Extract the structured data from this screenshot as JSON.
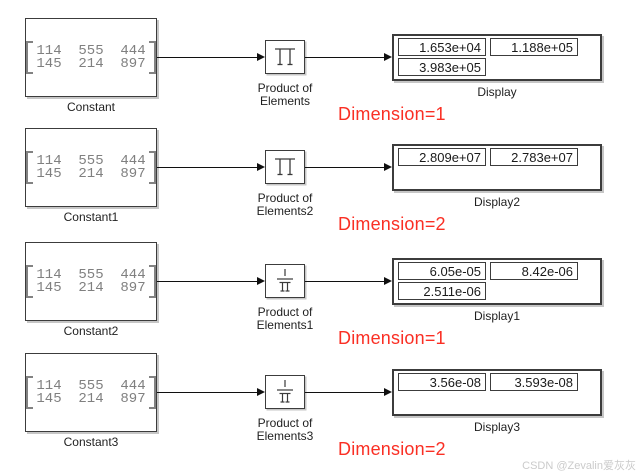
{
  "colors": {
    "annotation_red": "#fa2f24",
    "block_border": "#3c3c3c",
    "matrix_text": "#808080",
    "wire": "#101010"
  },
  "watermark": "CSDN @Zevalin爱灰灰",
  "rows": [
    {
      "constant_label": "Constant",
      "matrix_row1": "114  555  444",
      "matrix_row2": "145  214  897",
      "product_label1": "Product of",
      "product_label2": "Elements",
      "display_label": "Display",
      "cells": {
        "tl": "1.653e+04",
        "tr": "1.188e+05",
        "bl": "3.983e+05"
      },
      "dimension_label": "Dimension=1"
    },
    {
      "constant_label": "Constant1",
      "matrix_row1": "114  555  444",
      "matrix_row2": "145  214  897",
      "product_label1": "Product of",
      "product_label2": "Elements2",
      "display_label": "Display2",
      "cells": {
        "tl": "2.809e+07",
        "tr": "2.783e+07"
      },
      "dimension_label": "Dimension=2"
    },
    {
      "constant_label": "Constant2",
      "matrix_row1": "114  555  444",
      "matrix_row2": "145  214  897",
      "product_label1": "Product of",
      "product_label2": "Elements1",
      "display_label": "Display1",
      "cells": {
        "tl": "6.05e-05",
        "tr": "8.42e-06",
        "bl": "2.511e-06"
      },
      "dimension_label": "Dimension=1"
    },
    {
      "constant_label": "Constant3",
      "matrix_row1": "114  555  444",
      "matrix_row2": "145  214  897",
      "product_label1": "Product of",
      "product_label2": "Elements3",
      "display_label": "Display3",
      "cells": {
        "tl": "3.56e-08",
        "tr": "3.593e-08"
      },
      "dimension_label": "Dimension=2"
    }
  ]
}
